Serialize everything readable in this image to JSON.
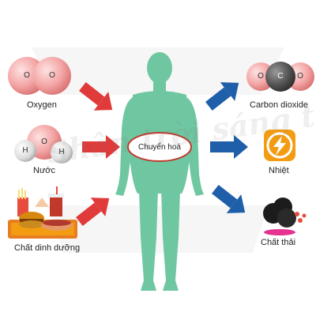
{
  "title": "",
  "center_label": "Chuyển hoá",
  "inputs": [
    {
      "label": "Oxygen",
      "atom_letters": [
        "O",
        "O"
      ]
    },
    {
      "label": "Nước",
      "atom_letters": [
        "H",
        "O",
        "H"
      ]
    },
    {
      "label": "Chất dinh dưỡng"
    }
  ],
  "outputs": [
    {
      "label": "Carbon dioxide",
      "atom_letters": [
        "O",
        "C",
        "O"
      ]
    },
    {
      "label": "Nhiệt"
    },
    {
      "label": "Chất thải"
    }
  ],
  "watermark": "Shân trời sáng tạo",
  "colors": {
    "input_arrow": "#e03a3a",
    "output_arrow": "#1f5ea8",
    "body": "#6fc7a2",
    "ellipse_border": "#c0392b",
    "oxygen_atom": "#f2a7a7",
    "carbon_atom": "#555555",
    "heat_icon": "#f39c12",
    "waste": "#222222",
    "waste_dots": "#e74c3c",
    "waste_base": "#e5338f"
  }
}
